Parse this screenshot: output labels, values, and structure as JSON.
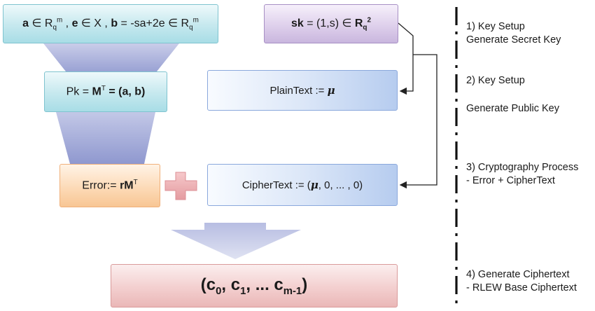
{
  "boxes": {
    "key_gen": {
      "a": "a",
      "in1": " ∈ R",
      "q1": "q",
      "m1": "m",
      "sep1": " , ",
      "e": "e",
      "in2": " ∈ X , ",
      "b": "b",
      "eq": " = -sa+2e ∈ R",
      "q2": "q",
      "m2": "m"
    },
    "secret_key": {
      "sk": "sk",
      "eq": " = (1,s) ∈ ",
      "R": "R",
      "q": "q",
      "two": "2"
    },
    "public_key": {
      "pk": "Pk = ",
      "M": "M",
      "T": "T",
      "rest": " = (a, b)"
    },
    "plaintext": {
      "label": "PlainText := ",
      "mu": "μ"
    },
    "error": {
      "label": "Error:= ",
      "rM": "rM",
      "T": "T"
    },
    "ciphertext": {
      "open": "CipherText := (",
      "mu": "μ",
      "rest": ", 0, ... , 0)"
    },
    "output": {
      "open": "(c",
      "s0": "0",
      "c1": ", c",
      "s1": "1",
      "dots": ", ... c",
      "sm": "m-1",
      "close": ")"
    }
  },
  "steps": [
    {
      "line1": "1) Key Setup",
      "line2": "Generate Secret Key"
    },
    {
      "line1": "2) Key Setup",
      "line2": "Generate Public Key"
    },
    {
      "line1": "3) Cryptography Process",
      "line2": "- Error + CipherText"
    },
    {
      "line1": "4) Generate Ciphertext",
      "line2": "- RLEW Base Ciphertext"
    }
  ],
  "colors": {
    "teal_box": "#c5e8ee",
    "purple_box": "#dccdea",
    "blue_box": "#b6ccef",
    "orange_box": "#fcd8b3",
    "pink_box": "#f3cfcf",
    "plus_sign": "#e9a2a6",
    "funnel": "#9fa6d6",
    "arrow_line": "#222222"
  }
}
